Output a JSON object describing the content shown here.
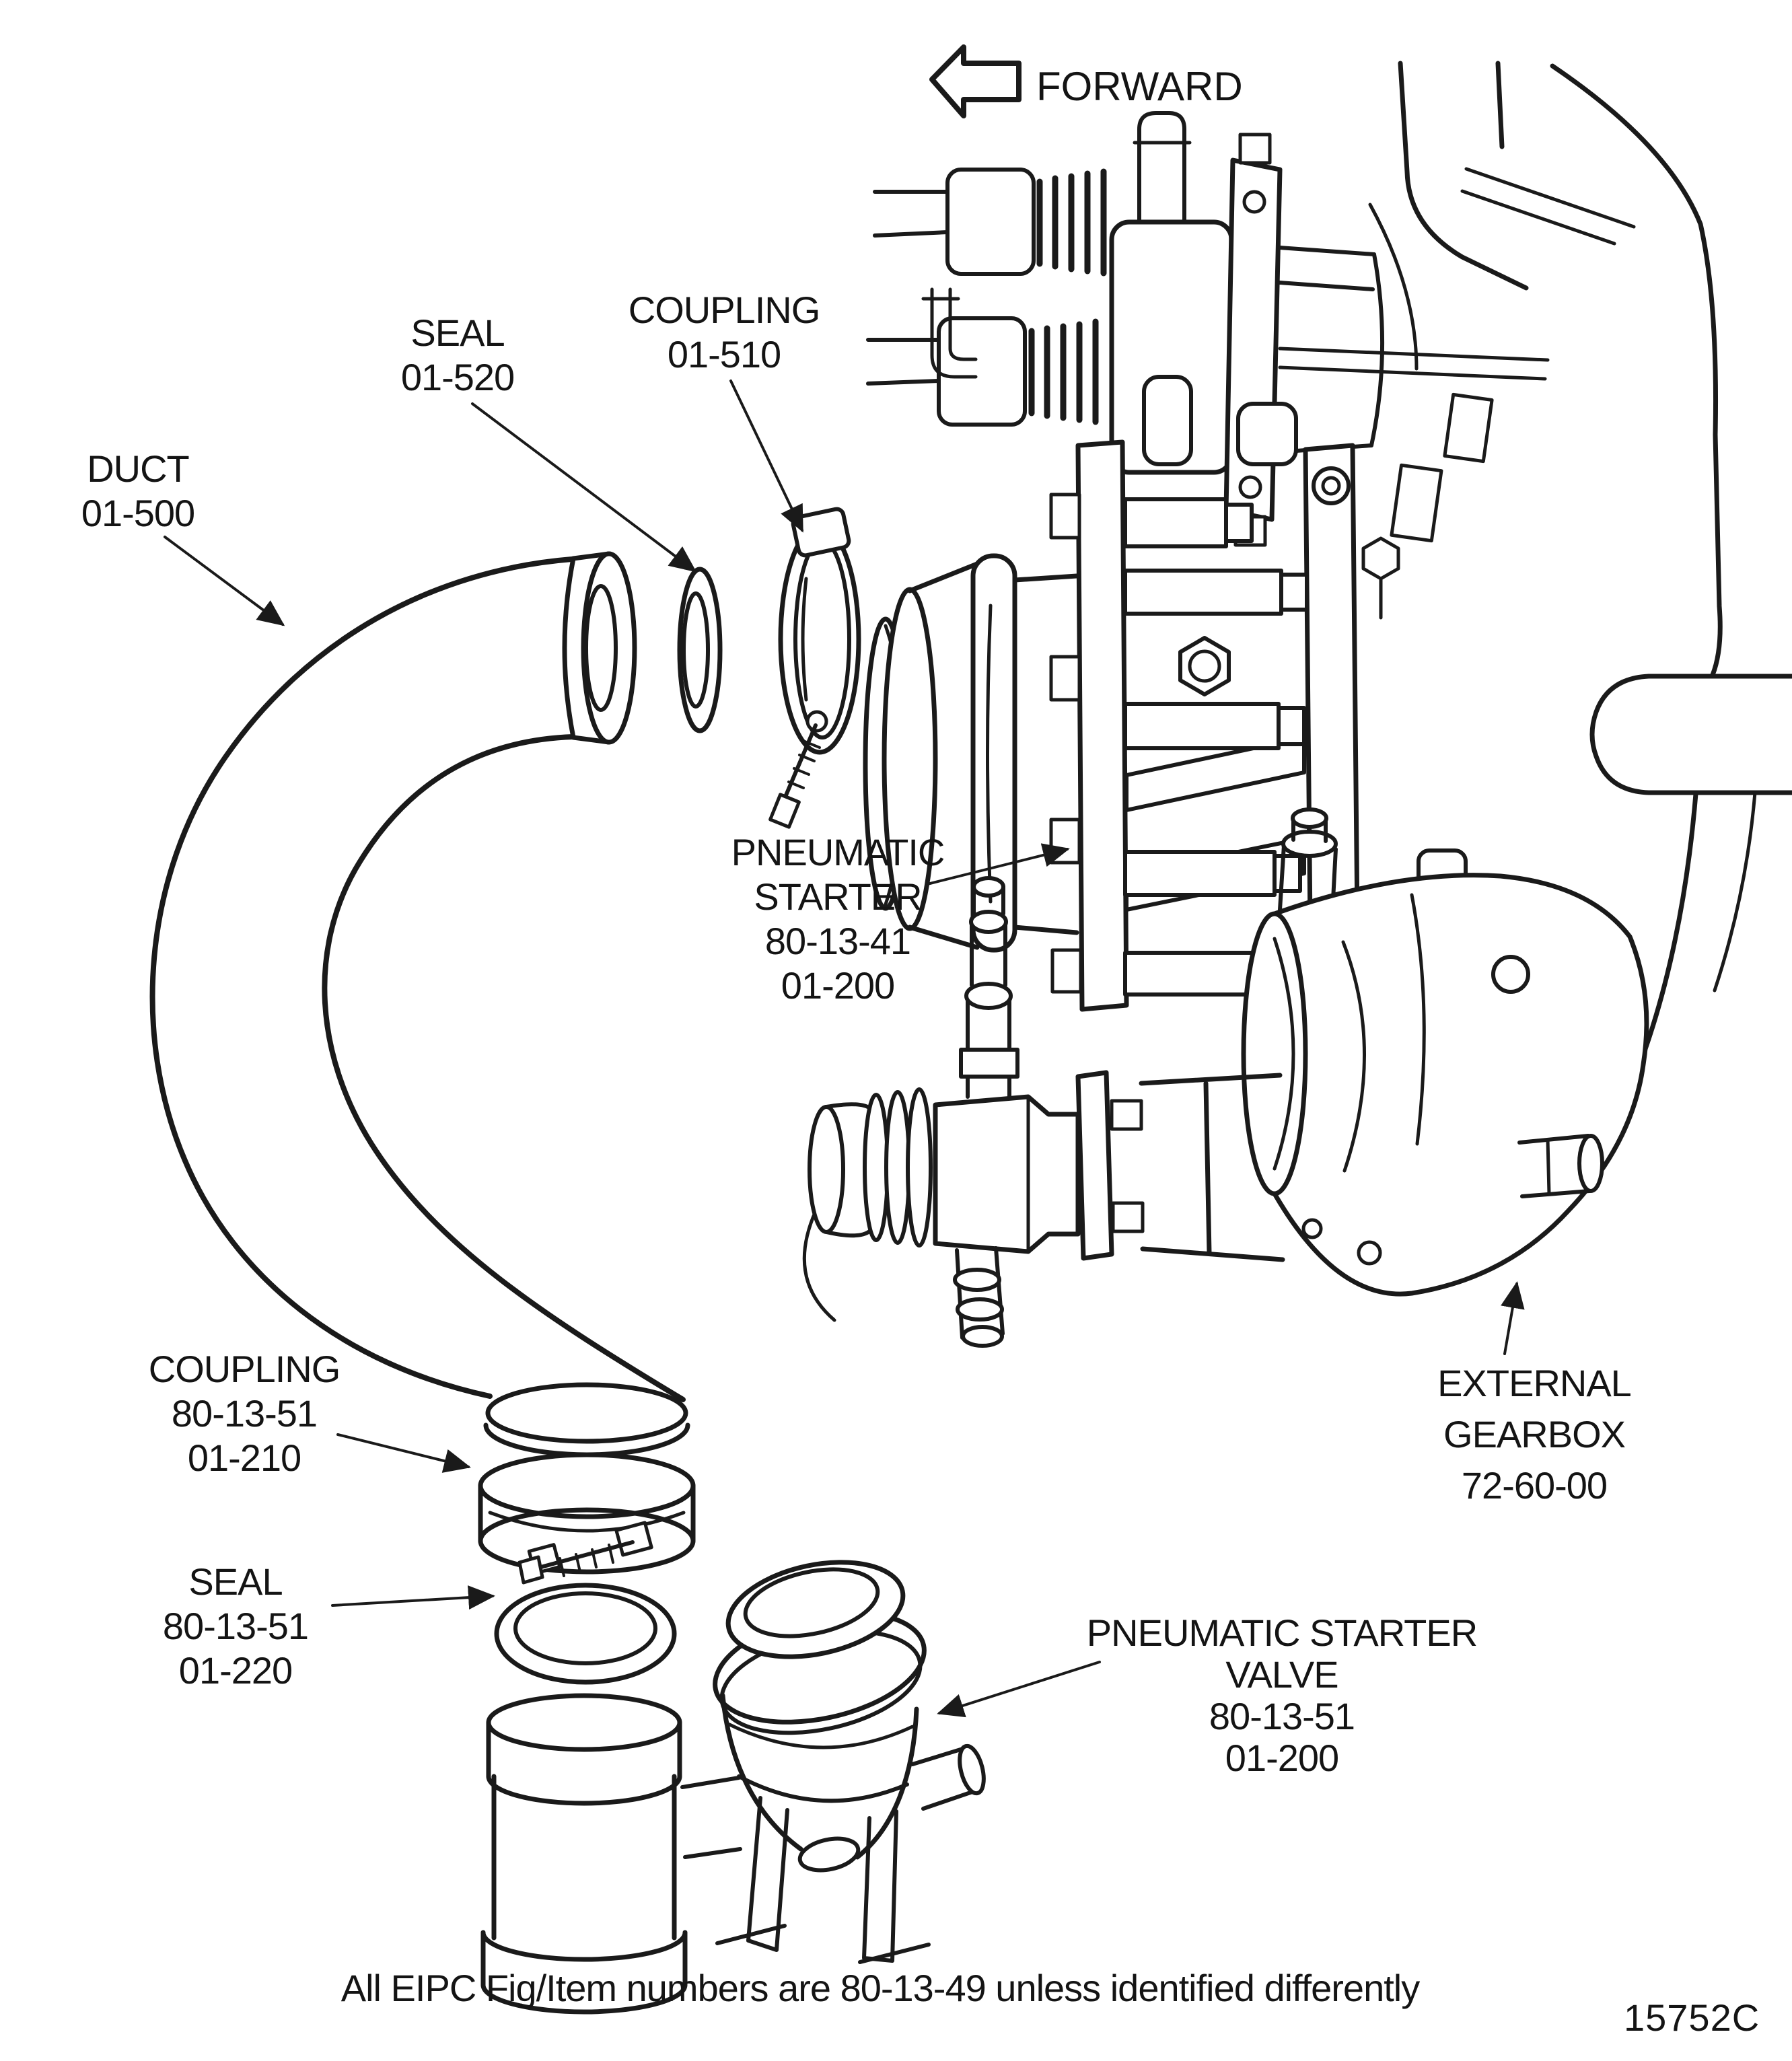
{
  "figure": {
    "orientation_label": "FORWARD",
    "footer_note": "All EIPC Fig/Item numbers are 80-13-49 unless identified differently",
    "figure_number": "15752C",
    "colors": {
      "ink": "#1a1a1a",
      "paper": "#ffffff"
    }
  },
  "labels": {
    "duct": {
      "lines": [
        "DUCT",
        "01-500"
      ]
    },
    "seal_upper": {
      "lines": [
        "SEAL",
        "01-520"
      ]
    },
    "coupling_upper": {
      "lines": [
        "COUPLING",
        "01-510"
      ]
    },
    "pneumatic_starter": {
      "lines": [
        "PNEUMATIC",
        "STARTER",
        "80-13-41",
        "01-200"
      ]
    },
    "external_gearbox": {
      "lines": [
        "EXTERNAL",
        "GEARBOX",
        "72-60-00"
      ]
    },
    "coupling_lower": {
      "lines": [
        "COUPLING",
        "80-13-51",
        "01-210"
      ]
    },
    "seal_lower": {
      "lines": [
        "SEAL",
        "80-13-51",
        "01-220"
      ]
    },
    "starter_valve": {
      "lines": [
        "PNEUMATIC STARTER",
        "VALVE",
        "80-13-51",
        "01-200"
      ]
    }
  }
}
